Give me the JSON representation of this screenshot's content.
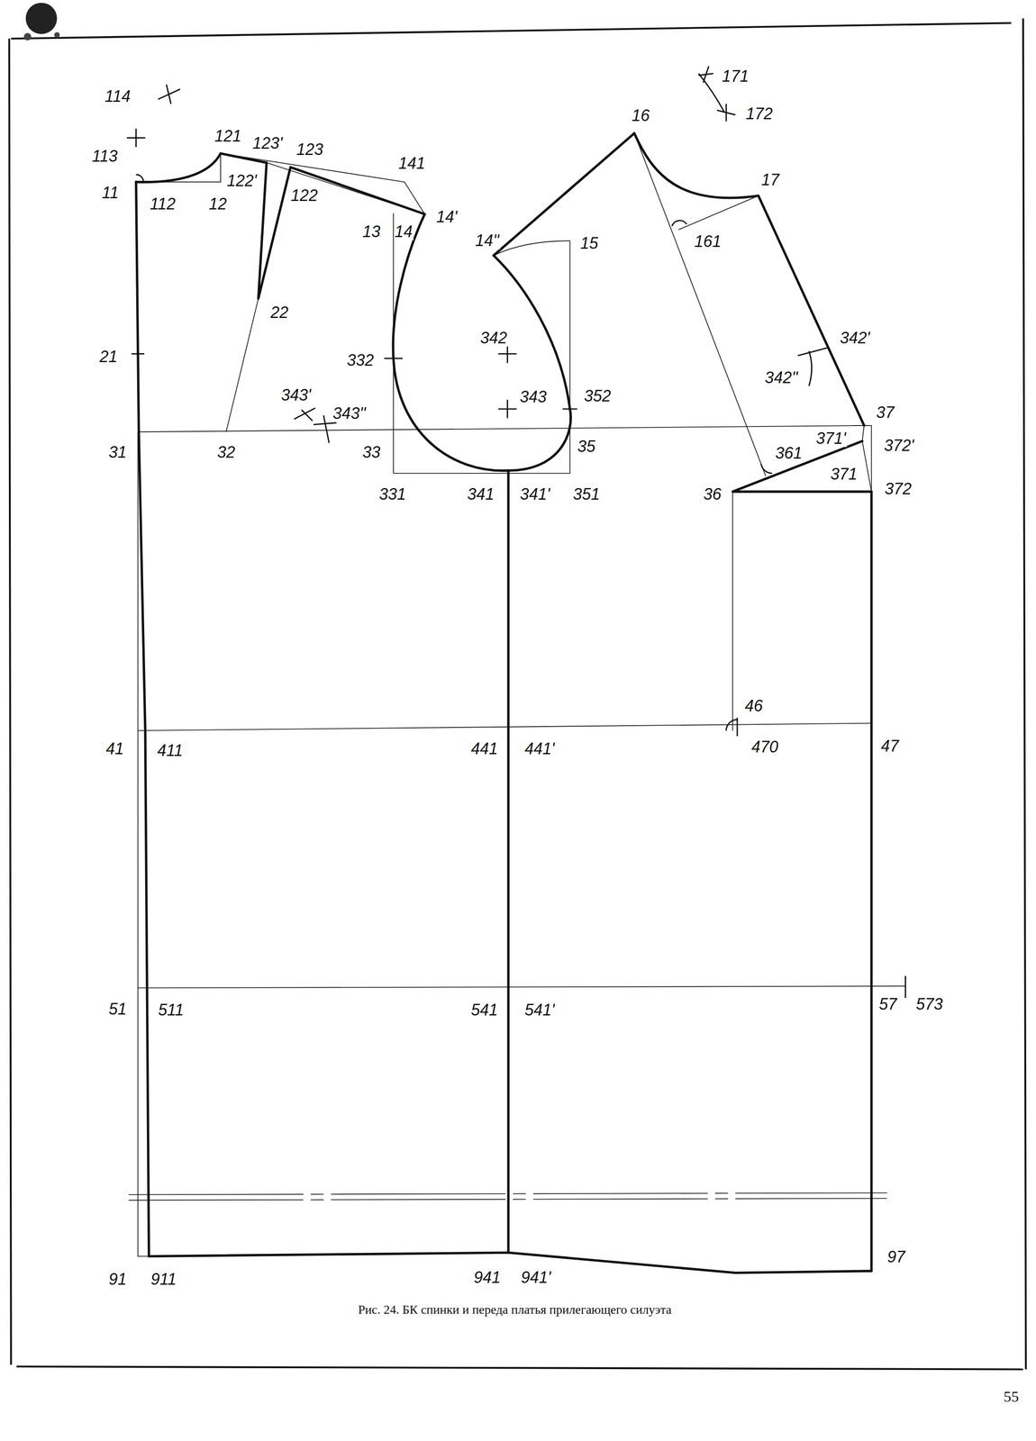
{
  "diagram": {
    "caption": "Рис. 24. БК спинки и переда платья прилегающего силуэта",
    "labels": [
      "114",
      "113",
      "121",
      "123'",
      "123",
      "141",
      "11",
      "112",
      "122'",
      "12",
      "122",
      "13",
      "14",
      "14'",
      "14''",
      "15",
      "16",
      "171",
      "172",
      "17",
      "161",
      "22",
      "21",
      "332",
      "342",
      "343",
      "352",
      "342'",
      "342''",
      "343'",
      "343''",
      "37",
      "371'",
      "372'",
      "31",
      "32",
      "33",
      "35",
      "361",
      "371",
      "372",
      "331",
      "341",
      "341'",
      "351",
      "36",
      "46",
      "41",
      "411",
      "441",
      "441'",
      "470",
      "47",
      "51",
      "511",
      "541",
      "541'",
      "57",
      "573",
      "91",
      "911",
      "941",
      "941'",
      "97",
      "55"
    ]
  }
}
